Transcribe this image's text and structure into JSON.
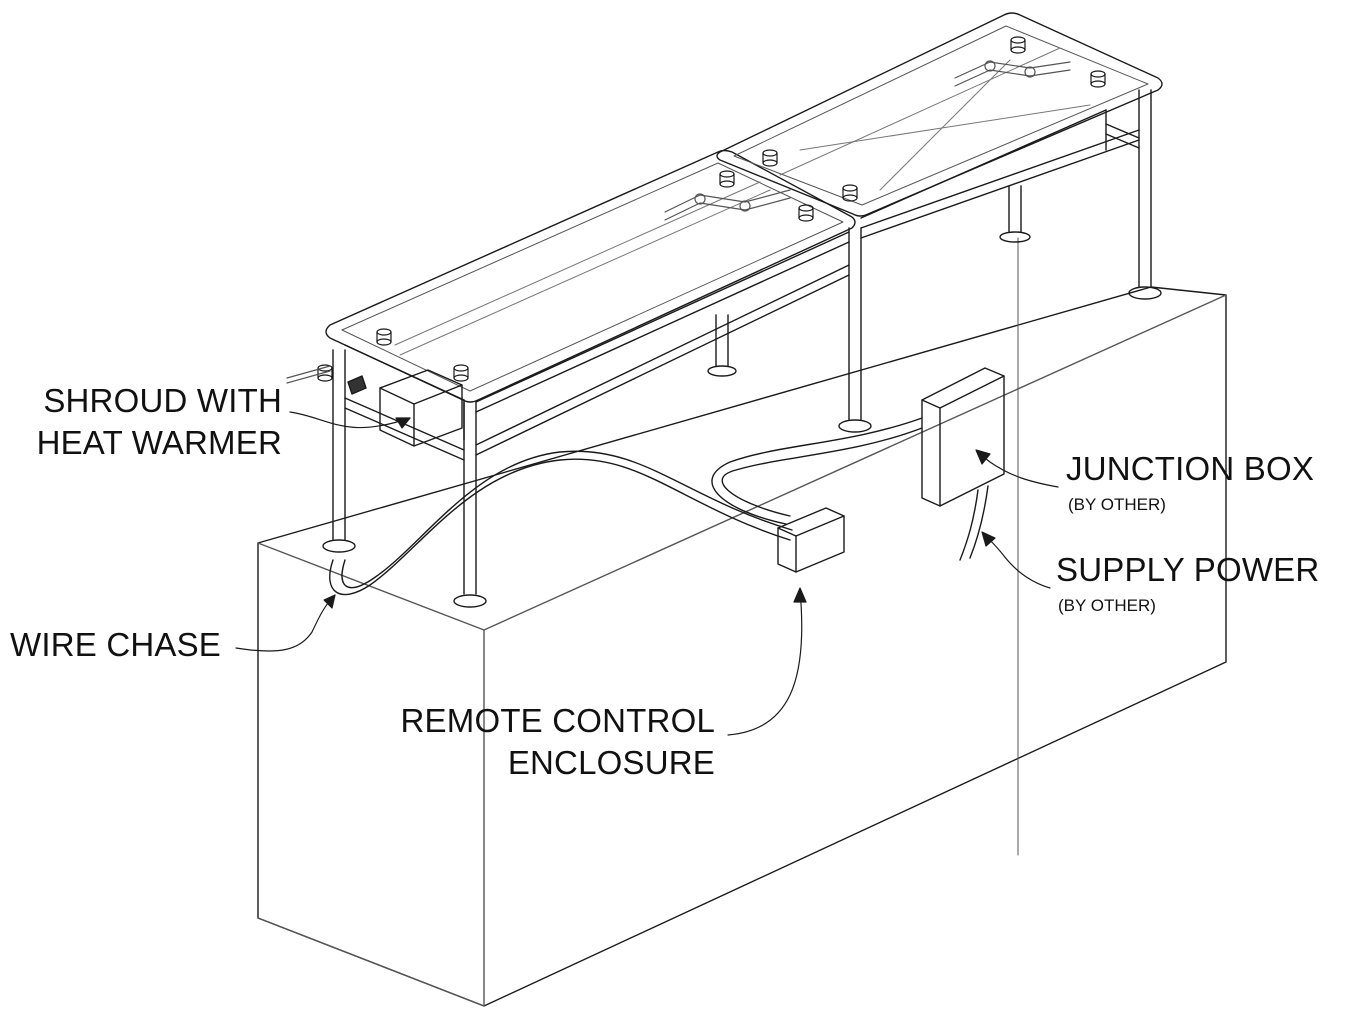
{
  "labels": {
    "shroud_line1": "SHROUD WITH",
    "shroud_line2": "HEAT WARMER",
    "wire_chase": "WIRE CHASE",
    "remote_line1": "REMOTE CONTROL",
    "remote_line2": "ENCLOSURE",
    "junction_box": "JUNCTION BOX",
    "junction_note": "(BY OTHER)",
    "supply_power": "SUPPLY POWER",
    "supply_note": "(BY OTHER)"
  },
  "colors": {
    "line": "#1a1a1a",
    "light_line": "#555555",
    "background": "#ffffff"
  }
}
